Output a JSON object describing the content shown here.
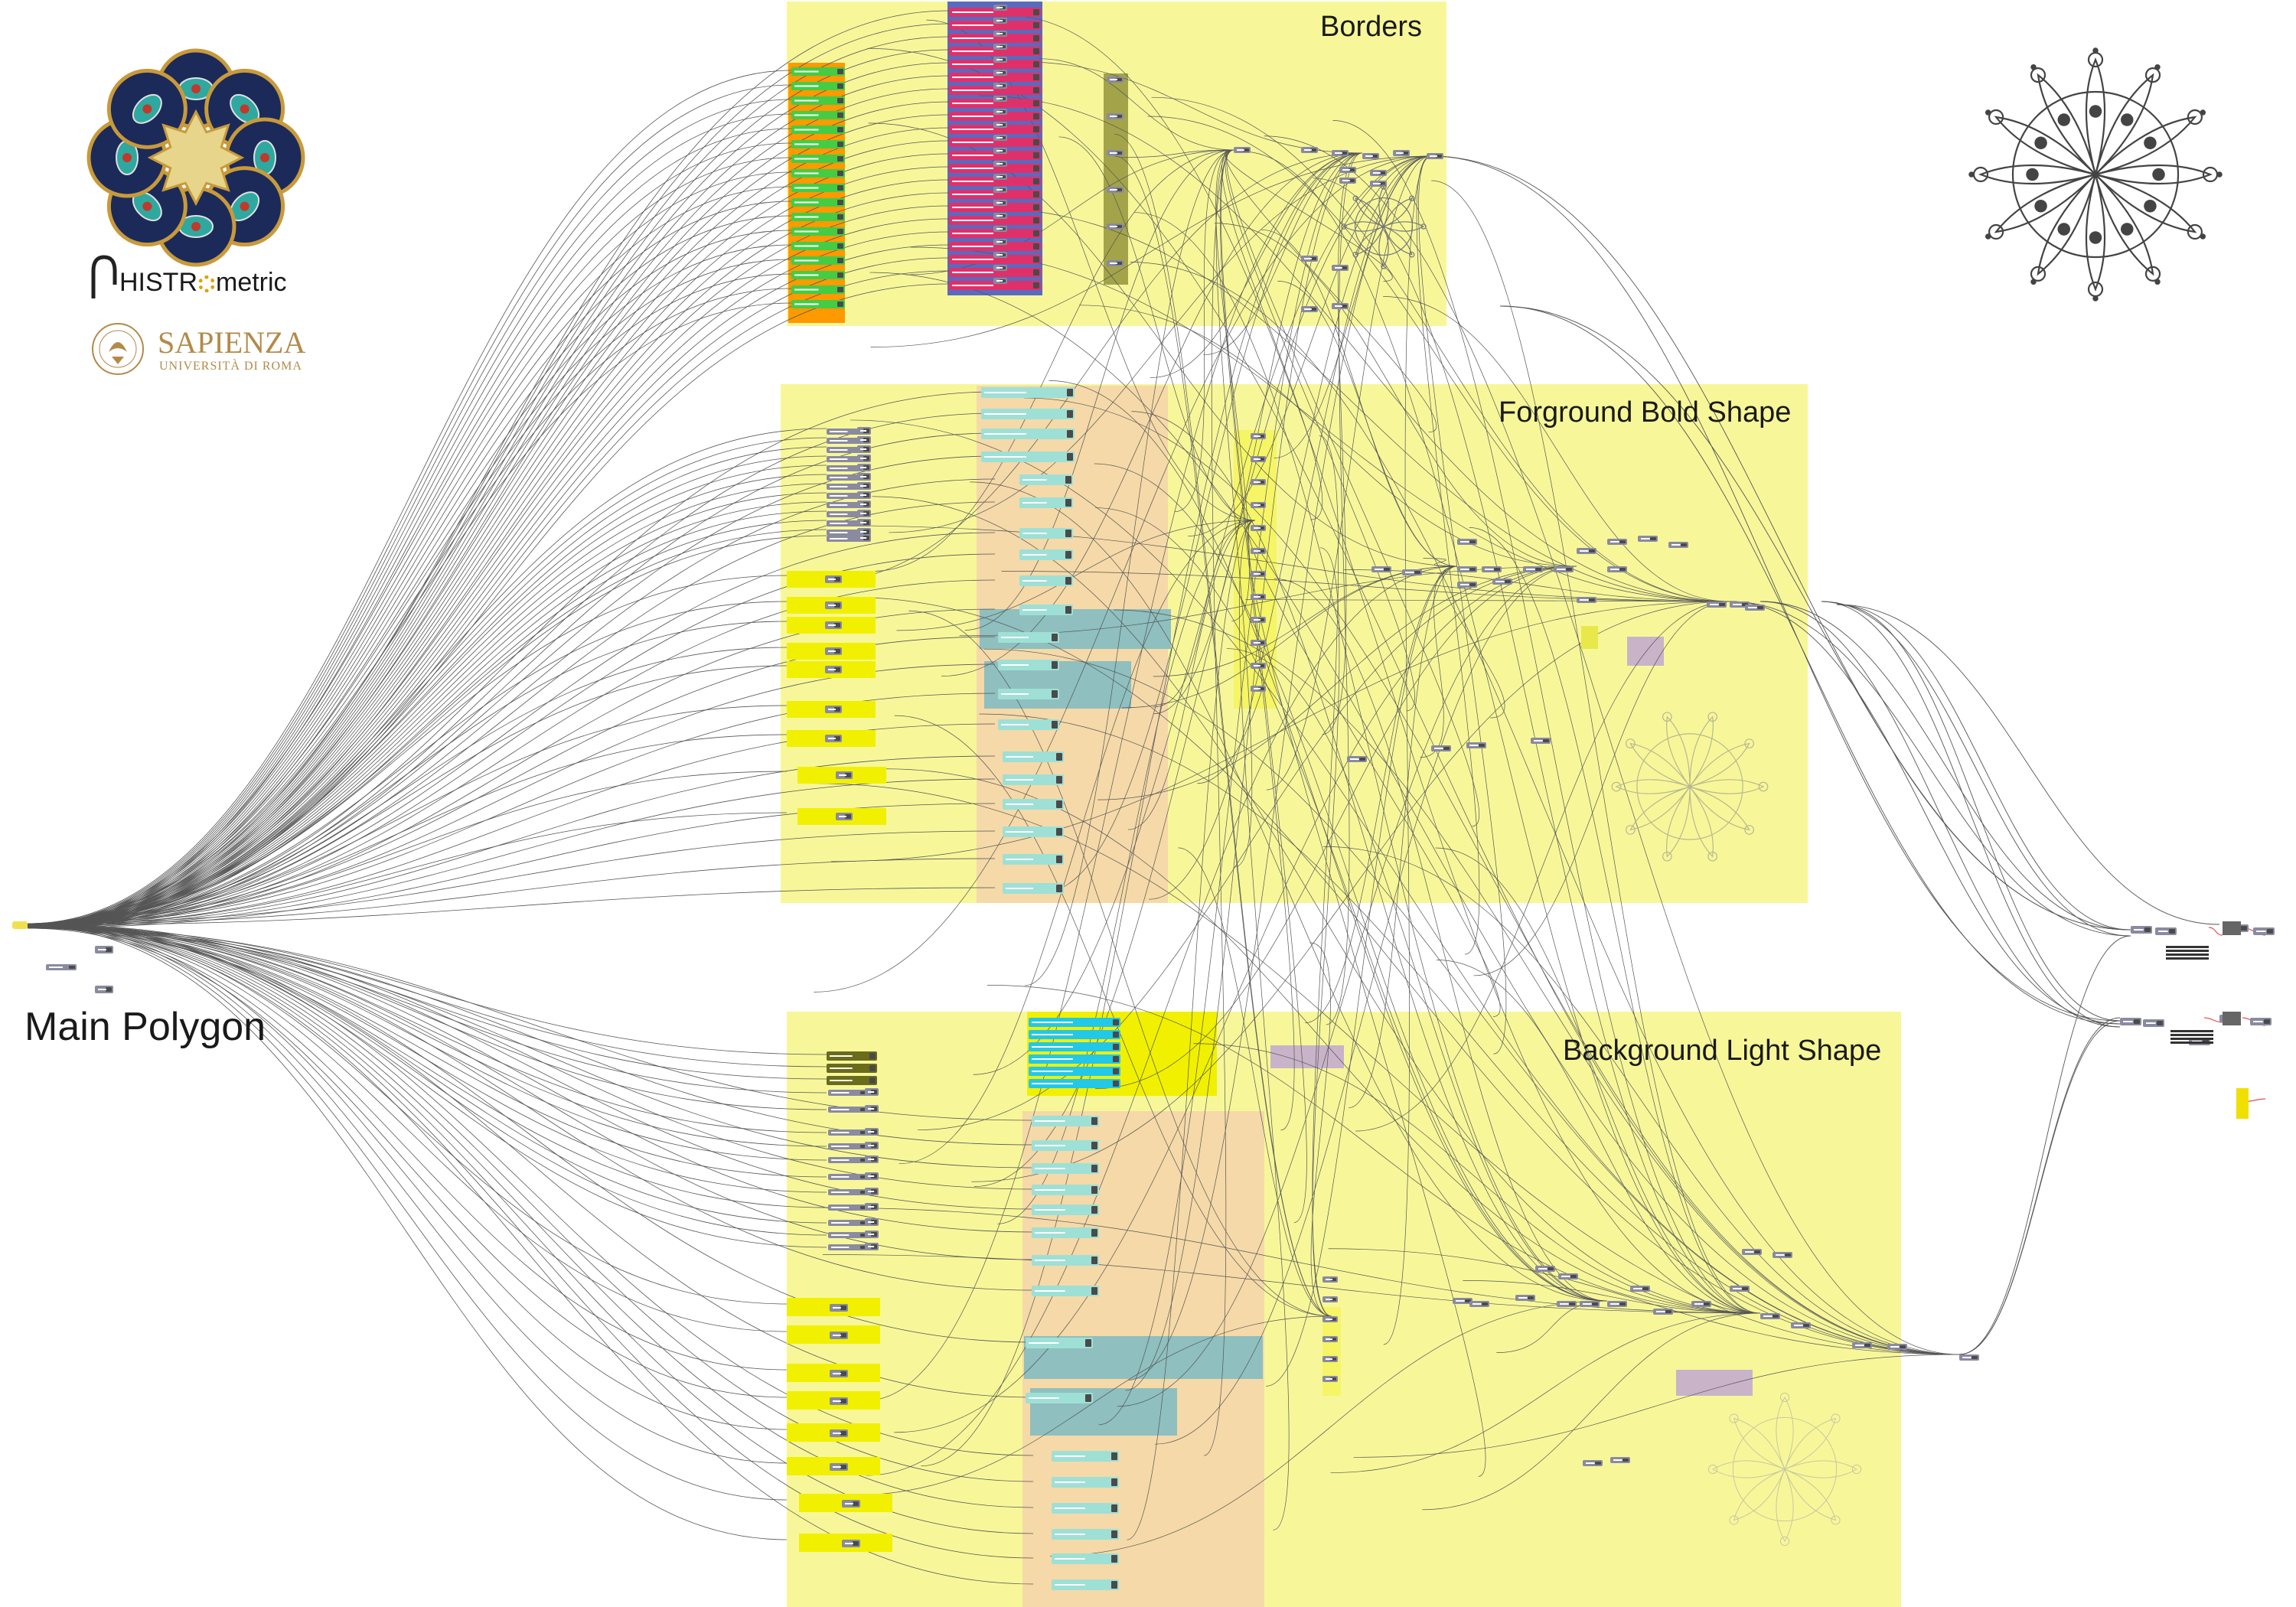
{
  "canvas": {
    "background": "#ffffff"
  },
  "main_input": {
    "label": "Main Polygon"
  },
  "groups": [
    {
      "id": "borders",
      "title": "Borders",
      "color": "#f7f79a"
    },
    {
      "id": "foreground",
      "title": "Forground Bold Shape",
      "color": "#f7f79a"
    },
    {
      "id": "background",
      "title": "Background Light Shape",
      "color": "#f7f79a"
    }
  ],
  "logos": {
    "histrometric": {
      "text_pre": "HISTR",
      "text_post": "metric"
    },
    "sapienza": {
      "name": "SAPIENZA",
      "subtitle": "UNIVERSITÀ DI ROMA",
      "color": "#b38a4a"
    }
  },
  "colors": {
    "wire": "#555555",
    "group_fill": "#f7f79a",
    "subgroup_orange": "#f5d9a8",
    "subgroup_teal": "#8fbfbf",
    "subgroup_purple": "#c9b3c9",
    "node_grey": "#8a8aa0",
    "node_dark": "#4a4a4a",
    "magenta": "#e0306a",
    "green": "#44cc44",
    "orange": "#ff9900",
    "olive": "#a3a34a",
    "cyan_node": "#9ee0d6",
    "bright_yellow": "#f0f000",
    "cyan": "#22c8e8"
  }
}
